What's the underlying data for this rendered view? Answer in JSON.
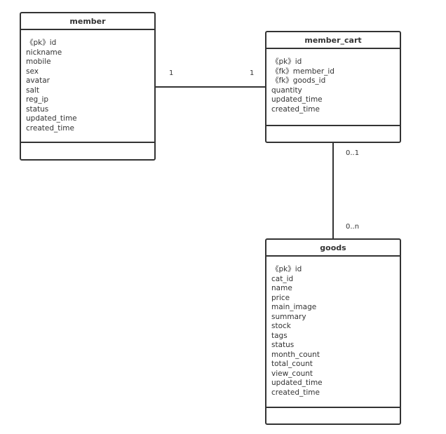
{
  "entities": {
    "member": {
      "title": "member",
      "attributes": [
        "《pk》id",
        "nickname",
        "mobile",
        "sex",
        "avatar",
        "salt",
        "reg_ip",
        "status",
        "updated_time",
        "created_time"
      ]
    },
    "member_cart": {
      "title": "member_cart",
      "attributes": [
        "《pk》id",
        "《fk》member_id",
        "《fk》goods_id",
        "quantity",
        "updated_time",
        "created_time"
      ]
    },
    "goods": {
      "title": "goods",
      "attributes": [
        "《pk》id",
        "cat_id",
        "name",
        "price",
        "main_image",
        "summary",
        "stock",
        "tags",
        "status",
        "month_count",
        "total_count",
        "view_count",
        "updated_time",
        "created_time"
      ]
    }
  },
  "relations": {
    "member_to_cart": {
      "from_multiplicity": "1",
      "to_multiplicity": "1"
    },
    "cart_to_goods": {
      "from_multiplicity": "0..1",
      "to_multiplicity": "0..n"
    }
  }
}
